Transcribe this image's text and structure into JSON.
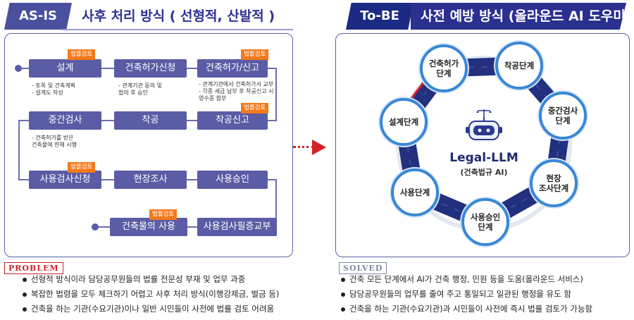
{
  "as_is": {
    "tag": "AS-IS",
    "title": "사후 처리 방식 ( 선형적, 산발적 )",
    "badge_label": "법률검토",
    "steps": [
      "설계",
      "건축허가신청",
      "건축허가/신고",
      "중간검사",
      "착공",
      "착공신고",
      "사용검사신청",
      "현장조사",
      "사용승인",
      "건축물의 사용",
      "사용검사필증교부"
    ],
    "notes": {
      "design": [
        "- 토목 및 건축계획",
        "- 설계도 작성"
      ],
      "permit_apply": [
        "- 관계기관 동의 및",
        "  협의 후 승인"
      ],
      "permit": [
        "- 관계기관에서 건축허가서 교부",
        "- 각종 세금 납부 후 착공신고 시",
        "  영수증 첨부"
      ],
      "midcheck": [
        "- 건축허가를 받은",
        "  건축물에 한해 시행"
      ]
    }
  },
  "to_be": {
    "tag": "To-BE",
    "title": "사전 예방 방식 (올라운드 AI 도우미)",
    "center_title": "Legal-LLM",
    "center_subtitle": "(건축법규 AI)",
    "stages": [
      "건축허가\n단계",
      "착공단계",
      "중간검사\n단계",
      "현장\n조사단계",
      "사용승인\n단계",
      "사용단계",
      "설계단계"
    ]
  },
  "problem": {
    "stamp": "PROBLEM",
    "items": [
      "선형적 방식이라 담당공무원들의 법률 전문성 부재 및 업무 과중",
      "복잡한 법령을 모두 체크하기 어렵고 사후 처리 방식(이행강제금, 벌금 등)",
      "건축을 하는 기관(수요기관)이나 일반 시민들이 사전에 법률 검토 어려움"
    ]
  },
  "solved": {
    "stamp": "SOLVED",
    "items": [
      "건축 모든 단계에서  AI가 건축 행정, 민원 등을 도움(올라운드 서비스)",
      "담당공무원들의 업무를 줄여 주고  통일되고 일관된 행정을 유도 함",
      "건축을 하는 기관(수요기관)과 시민들이 사전에 즉시 법률 검토가 가능함"
    ]
  },
  "colors": {
    "step": "#5a5ca5",
    "badge": "#f47a1c",
    "ring": "#23307f",
    "circle_border": "#3a86d6",
    "arrow": "#d61f26"
  },
  "icons": {
    "robot": "robot-icon",
    "scale": "scale-icon"
  }
}
